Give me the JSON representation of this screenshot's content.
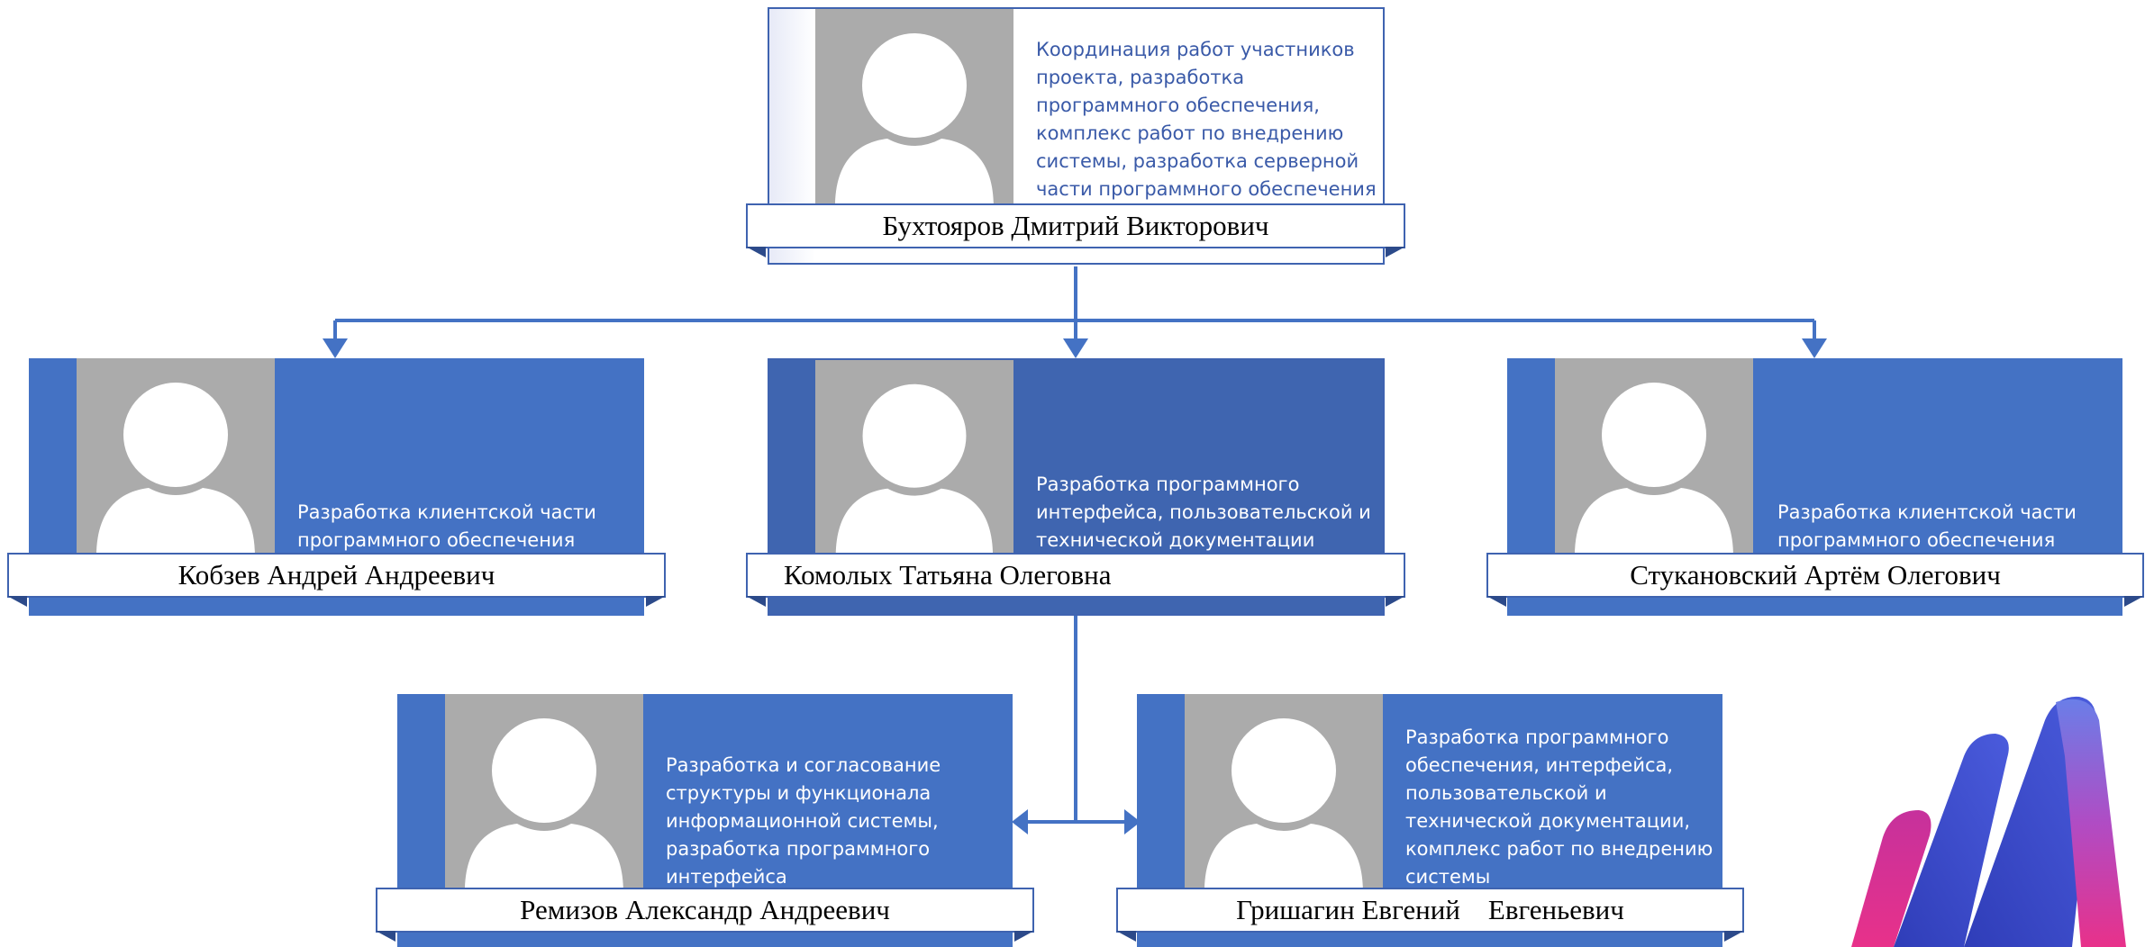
{
  "org_chart": {
    "head": {
      "name": "Бухтояров Дмитрий Викторович",
      "description_lines": [
        "Координация работ участников",
        "проекта, разработка",
        "программного обеспечения,",
        "комплекс работ по внедрению",
        "системы, разработка серверной",
        "части программного обеспечения"
      ]
    },
    "level2": [
      {
        "name": "Кобзев Андрей Андреевич",
        "description_lines": [
          "Разработка клиентской части",
          "программного обеспечения"
        ]
      },
      {
        "name": "Комолых Татьяна Олеговна",
        "description_lines": [
          "Разработка программного",
          "интерфейса, пользовательской и",
          "технической документации"
        ]
      },
      {
        "name": "Стукановский Артём Олегович",
        "description_lines": [
          "Разработка клиентской части",
          "программного обеспечения"
        ]
      }
    ],
    "level3": [
      {
        "name": "Ремизов Александр Андреевич",
        "description_lines": [
          "Разработка и согласование",
          "структуры и функционала",
          "информационной системы,",
          "разработка программного",
          "интерфейса"
        ]
      },
      {
        "name": "Гришагин Евгений    Евгеньевич",
        "description_lines": [
          "Разработка программного",
          "обеспечения, интерфейса,",
          "пользовательской и",
          "технической документации,",
          "комплекс работ по внедрению",
          "системы"
        ]
      }
    ]
  },
  "colors": {
    "card_blue": "#4472c4",
    "card_dark": "#3f65b0",
    "connector": "#4472c4",
    "photo_gray": "#ababab",
    "logo_pink": "#e8318a",
    "logo_blue": "#3a47c9"
  },
  "icons": {
    "person_placeholder": "person-silhouette-icon",
    "logo": "brand-logo-icon"
  }
}
